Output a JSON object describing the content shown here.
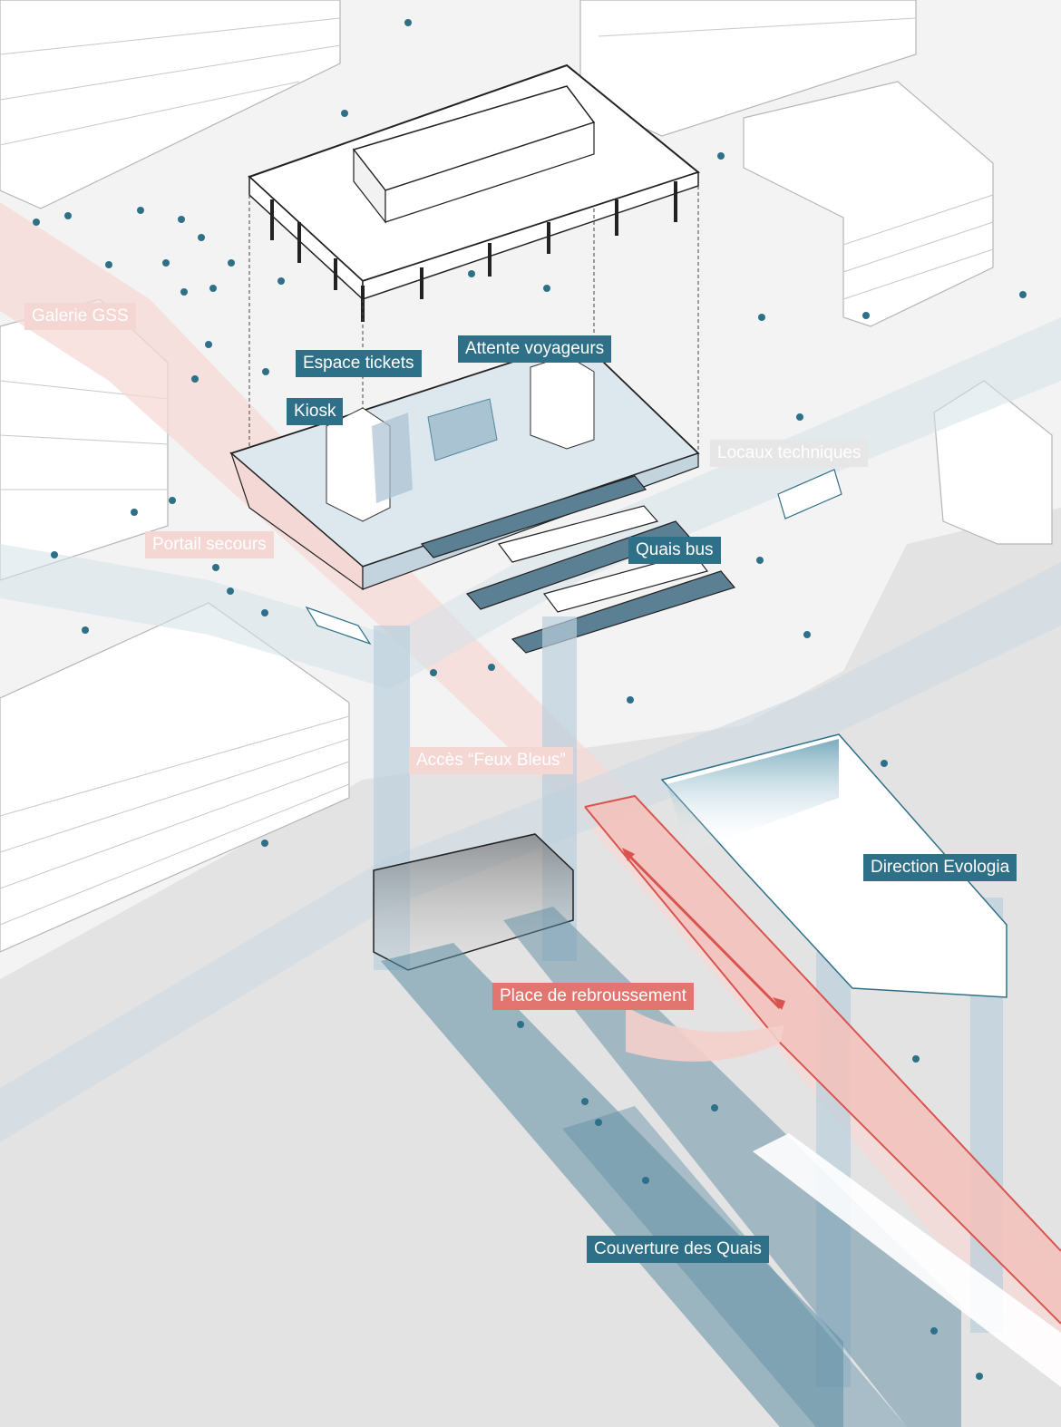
{
  "labels": {
    "galerie_gss": "Galerie GSS",
    "espace_tickets": "Espace tickets",
    "attente_voyageurs": "Attente voyageurs",
    "kiosk": "Kiosk",
    "locaux_techniques": "Locaux techniques",
    "portail_secours": "Portail secours",
    "quais_bus": "Quais bus",
    "acces_feux_bleus": "Accès “Feux Bleus”",
    "direction_evologia": "Direction Evologia",
    "place_de_rebroussement": "Place de rebroussement",
    "couverture_des_quais": "Couverture des Quais"
  },
  "colors": {
    "teal": "#2f7089",
    "teal_light": "#b9cfdc",
    "pink": "#f4d6d3",
    "red": "#e2756f",
    "grey_ground": "#e8e8e8",
    "line": "#9a9a9a"
  }
}
